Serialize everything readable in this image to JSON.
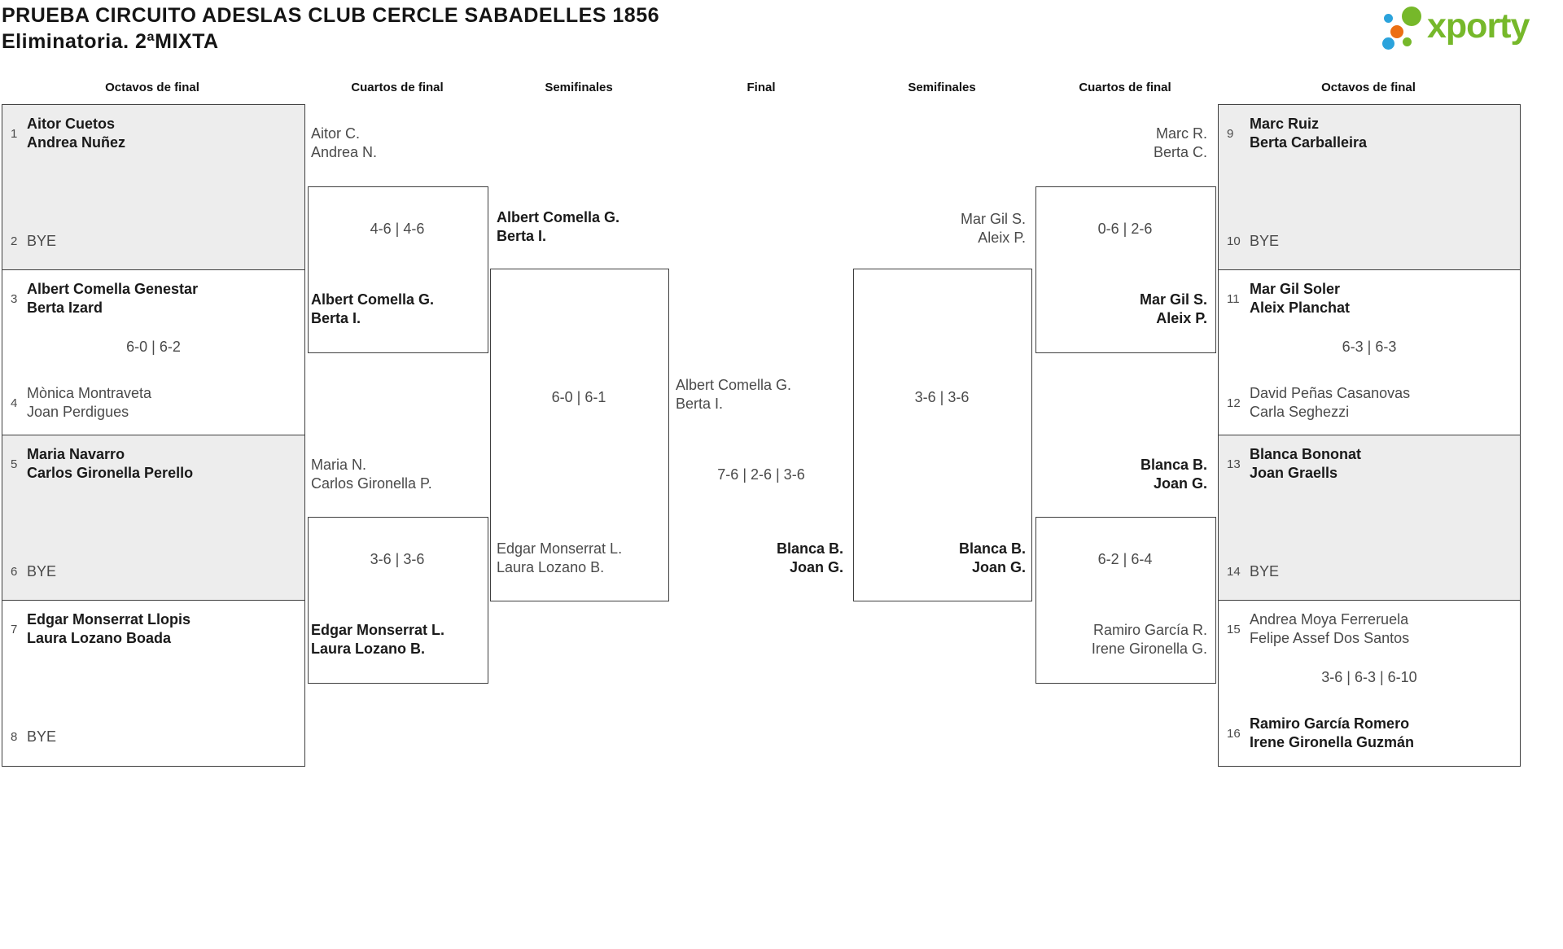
{
  "title": {
    "line1": "PRUEBA CIRCUITO ADESLAS CLUB CERCLE SABADELLES 1856",
    "line2": "Eliminatoria. 2ªMIXTA"
  },
  "logo": {
    "wordmark": "xporty"
  },
  "colors": {
    "brand_green": "#76b82a",
    "brand_blue": "#2ba3dc",
    "brand_orange": "#ec6f13",
    "winner_text": "#1a1a1a",
    "muted_text": "#4a4a4a",
    "border": "#3f3f3f",
    "bye_bg": "#ededed"
  },
  "round_headers": {
    "of_left": "Octavos de final",
    "qf_left": "Cuartos de final",
    "sf_left": "Semifinales",
    "final": "Final",
    "sf_right": "Semifinales",
    "qf_right": "Cuartos de final",
    "of_right": "Octavos de final"
  },
  "bracket": {
    "of_left": [
      {
        "seed_a": "1",
        "a1": "Aitor Cuetos",
        "a2": "Andrea Nuñez",
        "seed_b": "2",
        "bye": "BYE"
      },
      {
        "seed_a": "3",
        "a1": "Albert Comella Genestar",
        "a2": "Berta Izard",
        "score": "6-0 | 6-2",
        "seed_b": "4",
        "b1": "Mònica Montraveta",
        "b2": "Joan Perdigues"
      },
      {
        "seed_a": "5",
        "a1": "Maria Navarro",
        "a2": "Carlos Gironella Perello",
        "seed_b": "6",
        "bye": "BYE"
      },
      {
        "seed_a": "7",
        "a1": "Edgar Monserrat Llopis",
        "a2": "Laura Lozano Boada",
        "seed_b": "8",
        "bye": "BYE"
      }
    ],
    "qf_left": [
      {
        "top1": "Aitor C.",
        "top2": "Andrea N.",
        "score": "4-6 | 4-6",
        "bottom1": "Albert Comella G.",
        "bottom2": "Berta I."
      },
      {
        "top1": "Maria N.",
        "top2": "Carlos Gironella P.",
        "score": "3-6 | 3-6",
        "bottom1": "Edgar Monserrat L.",
        "bottom2": "Laura Lozano B."
      }
    ],
    "sf_left": {
      "top1": "Albert Comella G.",
      "top2": "Berta I.",
      "score": "6-0 | 6-1",
      "bottom1": "Edgar Monserrat L.",
      "bottom2": "Laura Lozano B."
    },
    "final": {
      "left1": "Albert Comella G.",
      "left2": "Berta I.",
      "score": "7-6 | 2-6 | 3-6",
      "right1": "Blanca B.",
      "right2": "Joan G."
    },
    "sf_right": {
      "top1": "Mar Gil S.",
      "top2": "Aleix P.",
      "score": "3-6 | 3-6",
      "bottom1": "Blanca B.",
      "bottom2": "Joan G."
    },
    "qf_right": [
      {
        "top1": "Marc R.",
        "top2": "Berta C.",
        "score": "0-6 | 2-6",
        "bottom1": "Mar Gil S.",
        "bottom2": "Aleix P."
      },
      {
        "top1": "Blanca B.",
        "top2": "Joan G.",
        "score": "6-2 | 6-4",
        "bottom1": "Ramiro García R.",
        "bottom2": "Irene Gironella G."
      }
    ],
    "of_right": [
      {
        "seed_a": "9",
        "a1": "Marc Ruiz",
        "a2": "Berta Carballeira",
        "seed_b": "10",
        "bye": "BYE"
      },
      {
        "seed_a": "11",
        "a1": "Mar Gil Soler",
        "a2": "Aleix Planchat",
        "score": "6-3 | 6-3",
        "seed_b": "12",
        "b1": "David Peñas Casanovas",
        "b2": "Carla Seghezzi"
      },
      {
        "seed_a": "13",
        "a1": "Blanca Bononat",
        "a2": "Joan Graells",
        "seed_b": "14",
        "bye": "BYE"
      },
      {
        "seed_a": "15",
        "a1": "Andrea Moya Ferreruela",
        "a2": "Felipe Assef Dos Santos",
        "score": "3-6 | 6-3 | 6-10",
        "seed_b": "16",
        "b1": "Ramiro García Romero",
        "b2": "Irene Gironella Guzmán"
      }
    ]
  }
}
